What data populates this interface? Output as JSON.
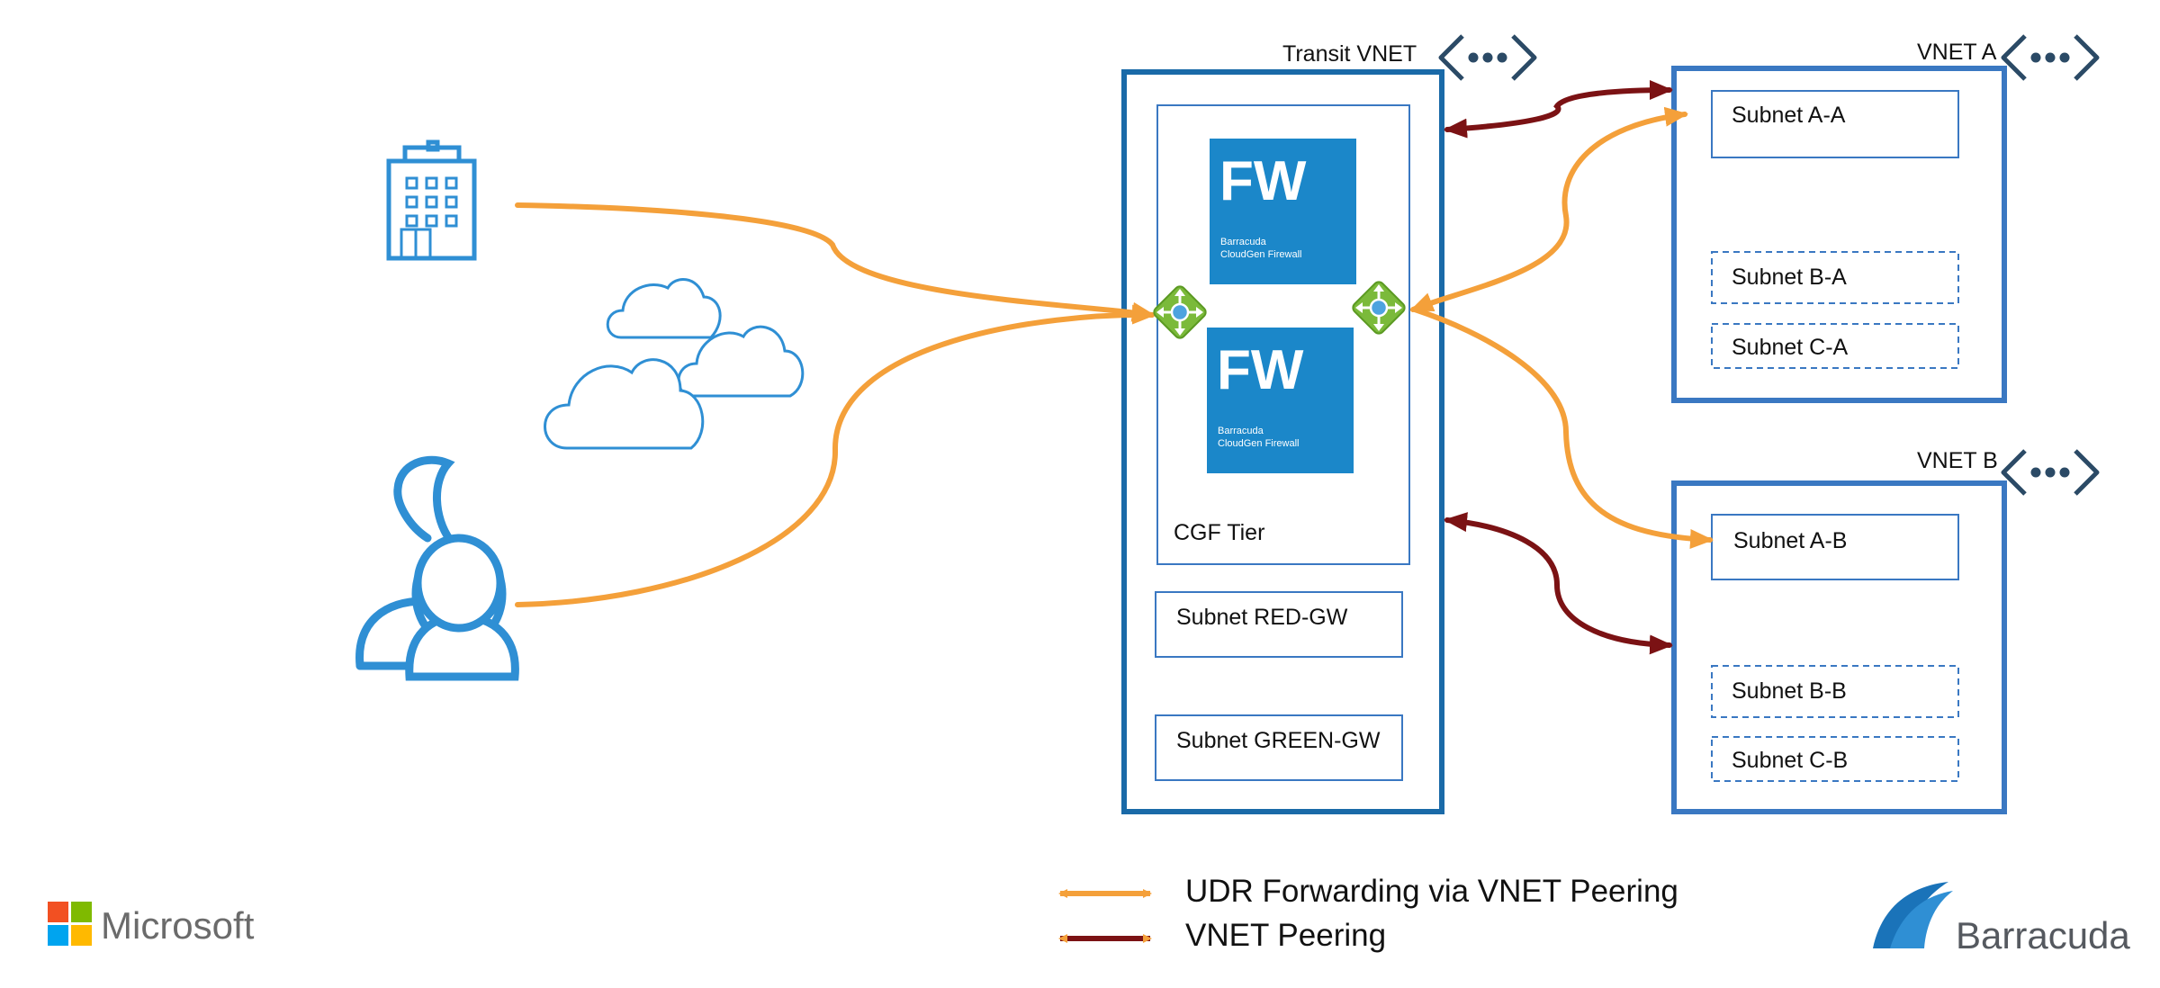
{
  "transit_vnet": {
    "label": "Transit VNET"
  },
  "cgf_tier": {
    "label": "CGF Tier",
    "firewalls": [
      {
        "title": "FW",
        "brand": "Barracuda",
        "product": "CloudGen Firewall"
      },
      {
        "title": "FW",
        "brand": "Barracuda",
        "product": "CloudGen Firewall"
      }
    ]
  },
  "transit_subnets": [
    "Subnet RED-GW",
    "Subnet GREEN-GW"
  ],
  "vnet_a": {
    "label": "VNET A",
    "subnets": [
      "Subnet A-A",
      "Subnet B-A",
      "Subnet C-A"
    ]
  },
  "vnet_b": {
    "label": "VNET B",
    "subnets": [
      "Subnet A-B",
      "Subnet B-B",
      "Subnet C-B"
    ]
  },
  "legend": {
    "udr": {
      "label": "UDR Forwarding via VNET Peering",
      "color": "#f4a03a"
    },
    "peering": {
      "label": "VNET Peering",
      "color": "#7b1214"
    }
  },
  "logos": {
    "microsoft": "Microsoft",
    "barracuda": "Barracuda"
  },
  "icons": {
    "onprem": "building-icon",
    "internet": "cloud-icon",
    "users": "users-icon",
    "vnet": "vnet-peering-icon",
    "load_balancer": "load-balancer-icon"
  },
  "colors": {
    "vnet_border": "#1a6aa8",
    "vnet_inner_border": "#3a78c2",
    "fw_fill": "#1b87c9",
    "icon_blue": "#2f8fd4",
    "lb_green": "#7bba3a",
    "udr": "#f4a03a",
    "peering": "#7b1214"
  }
}
